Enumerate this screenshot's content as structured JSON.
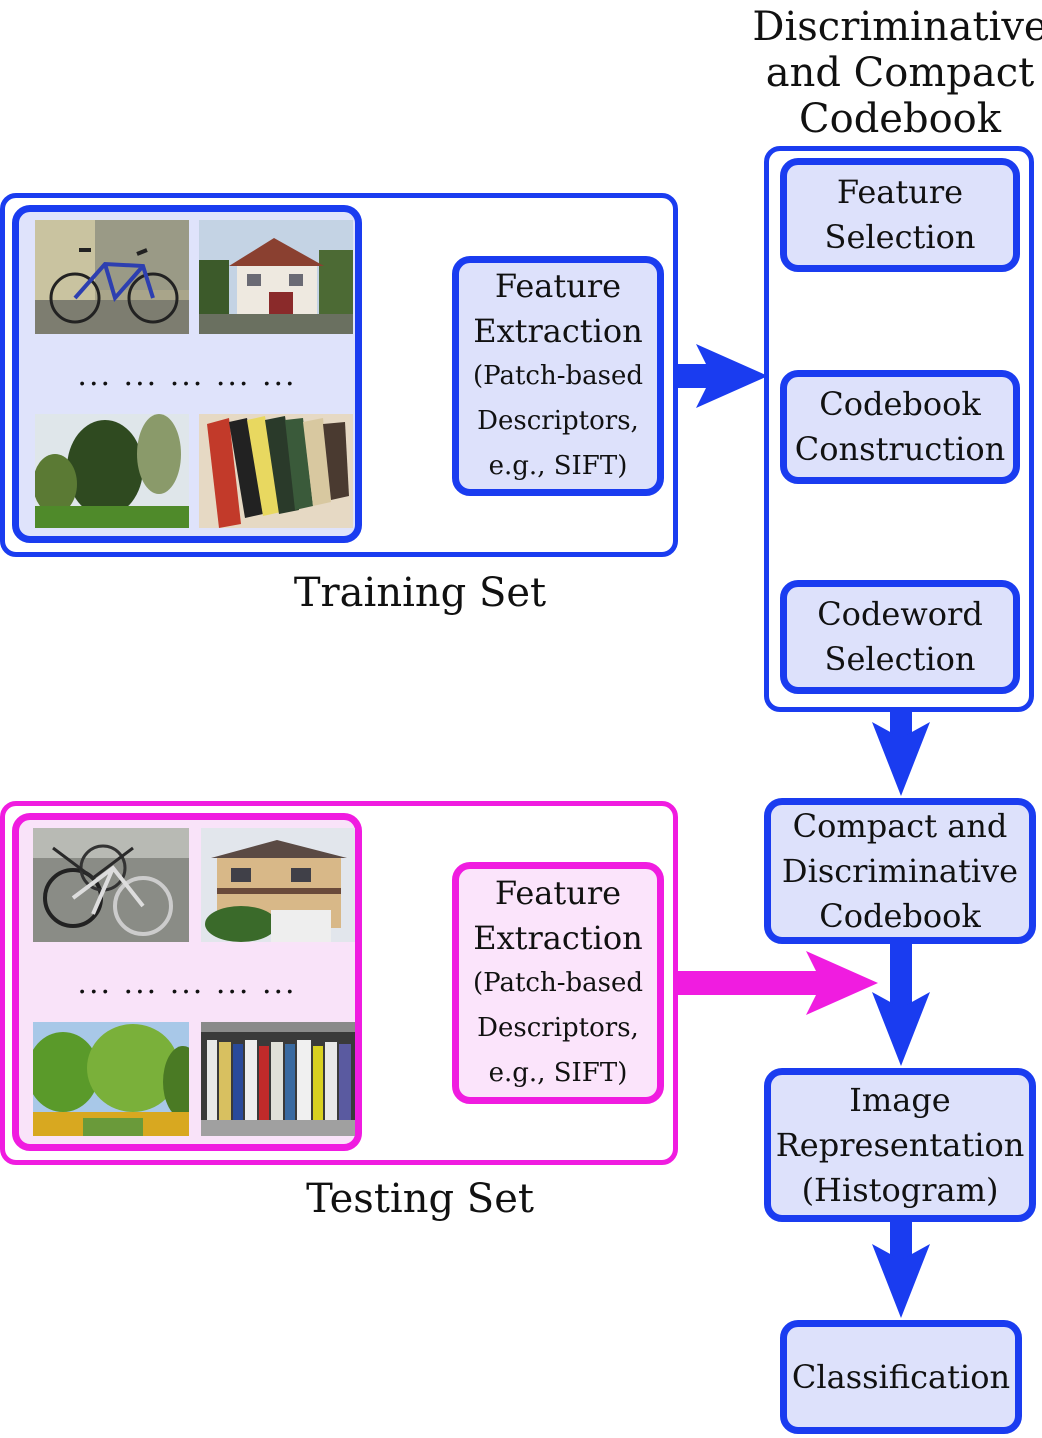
{
  "codebook_group": {
    "title_lines": [
      "Discriminative",
      "and Compact",
      "Codebook"
    ],
    "steps": [
      {
        "lines": [
          "Feature",
          "Selection"
        ]
      },
      {
        "lines": [
          "Codebook",
          "Construction"
        ]
      },
      {
        "lines": [
          "Codeword",
          "Selection"
        ]
      }
    ]
  },
  "training": {
    "caption": "Training Set",
    "dots": "... ... ... ... ...",
    "feature_box": {
      "lines": [
        "Feature",
        "Extraction"
      ],
      "sub_lines": [
        "(Patch-based",
        "Descriptors,",
        "e.g., SIFT)"
      ]
    }
  },
  "testing": {
    "caption": "Testing Set",
    "dots": "... ... ... ... ...",
    "feature_box": {
      "lines": [
        "Feature",
        "Extraction"
      ],
      "sub_lines": [
        "(Patch-based",
        "Descriptors,",
        "e.g., SIFT)"
      ]
    }
  },
  "pipeline": {
    "compact_codebook": {
      "lines": [
        "Compact and",
        "Discriminative",
        "Codebook"
      ]
    },
    "image_representation": {
      "lines": [
        "Image",
        "Representation",
        "(Histogram)"
      ]
    },
    "classification": {
      "lines": [
        "Classification"
      ]
    }
  },
  "colors": {
    "training": "#1a3cf0",
    "testing": "#f01ce0",
    "node_fill": "#dde1fb"
  }
}
